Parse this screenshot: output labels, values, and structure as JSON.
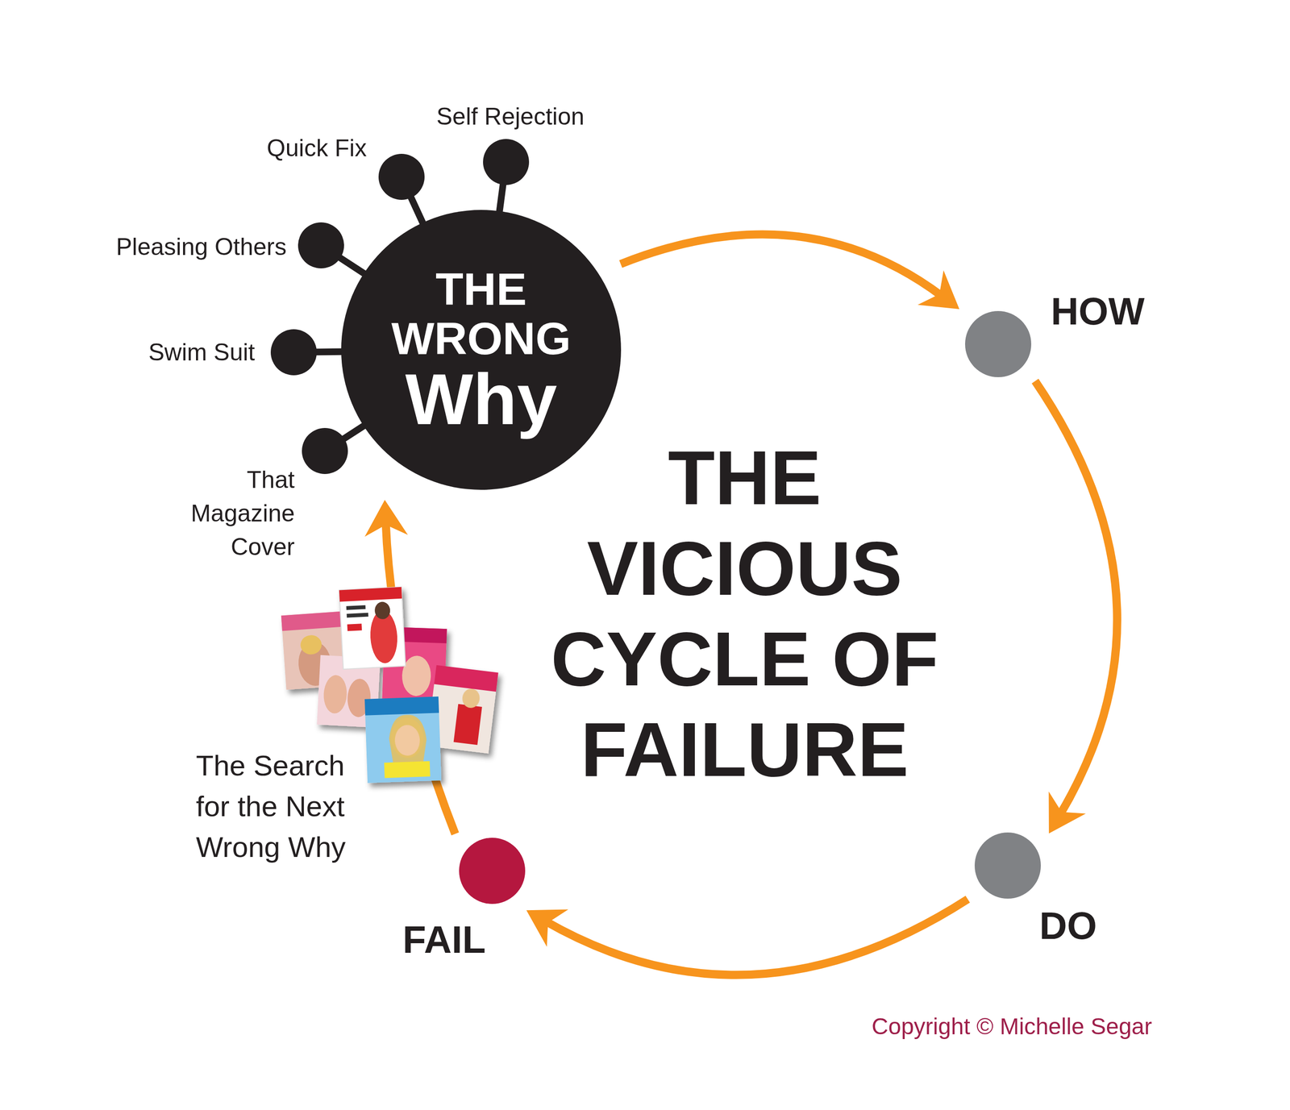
{
  "diagram": {
    "title": "THE VICIOUS CYCLE OF FAILURE",
    "nodes": [
      {
        "text": [
          "THE WRONG",
          "Why"
        ]
      },
      {
        "text": [
          "Self Rejection"
        ]
      },
      {
        "text": [
          "Quick Fix"
        ]
      },
      {
        "text": [
          "Pleasing Others"
        ]
      },
      {
        "text": [
          "Swim Suit"
        ]
      },
      {
        "text": [
          "That Magazine Cover"
        ]
      },
      {
        "text": [
          "HOW"
        ]
      },
      {
        "text": [
          "DO"
        ]
      },
      {
        "text": [
          "FAIL"
        ]
      }
    ],
    "edges": [
      {
        "from": 0,
        "to": 6,
        "arrow": "to"
      },
      {
        "from": 6,
        "to": 7,
        "arrow": "to"
      },
      {
        "from": 7,
        "to": 8,
        "arrow": "to"
      },
      {
        "from": 8,
        "to": 0,
        "arrow": "to"
      },
      {
        "from": 0,
        "to": 1,
        "arrow": "none"
      },
      {
        "from": 0,
        "to": 2,
        "arrow": "none"
      },
      {
        "from": 0,
        "to": 3,
        "arrow": "none"
      },
      {
        "from": 0,
        "to": 4,
        "arrow": "none"
      },
      {
        "from": 0,
        "to": 5,
        "arrow": "none"
      }
    ],
    "labels": [
      "The Search for the Next Wrong Why",
      "Copyright © Michelle Segar"
    ]
  }
}
